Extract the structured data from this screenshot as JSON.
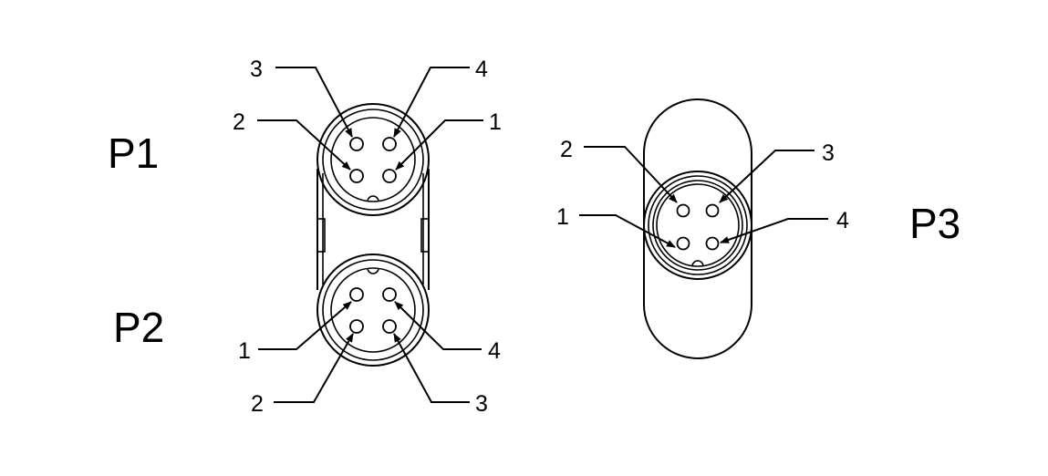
{
  "connectors": {
    "p1": {
      "label": "P1",
      "pins": {
        "one": "1",
        "two": "2",
        "three": "3",
        "four": "4"
      }
    },
    "p2": {
      "label": "P2",
      "pins": {
        "one": "1",
        "two": "2",
        "three": "3",
        "four": "4"
      }
    },
    "p3": {
      "label": "P3",
      "pins": {
        "one": "1",
        "two": "2",
        "three": "3",
        "four": "4"
      }
    }
  }
}
